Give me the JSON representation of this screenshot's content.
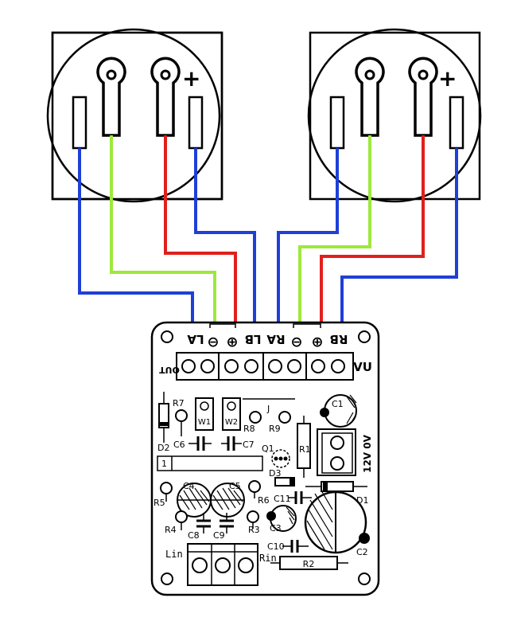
{
  "colors": {
    "wire_blue": "#1f3fd6",
    "wire_green": "#9ee83c",
    "wire_red": "#e0201c",
    "outline": "#000000",
    "background": "#ffffff"
  },
  "meters": {
    "left": {
      "plus_label": "+"
    },
    "right": {
      "plus_label": "+"
    }
  },
  "board": {
    "terminal_labels": {
      "la": "LA",
      "minus_left": "⊖",
      "plus_left": "⊕",
      "lb": "LB",
      "ra": "RA",
      "minus_right": "⊖",
      "plus_right": "⊕",
      "rb": "RB"
    },
    "out_label": "OUT",
    "vu_label": "VU",
    "power_label": "12V 0V",
    "lin_label": "Lin",
    "rin_label": "Rin",
    "j_label": "J",
    "pin1_label": "1",
    "components": {
      "r7": "R7",
      "w1": "W1",
      "w2": "W2",
      "r8": "R8",
      "r9": "R9",
      "c1": "C1",
      "d2": "D2",
      "c6": "C6",
      "c7": "C7",
      "q1": "Q1",
      "r1": "R1",
      "d3": "D3",
      "c4": "C4",
      "c5": "C5",
      "d1": "D1",
      "r5": "R5",
      "r6": "R6",
      "c11": "C11",
      "c3": "C3",
      "r4": "R4",
      "c8": "C8",
      "c9": "C9",
      "r3": "R3",
      "c10": "C10",
      "c2": "C2",
      "r2": "R2"
    }
  }
}
